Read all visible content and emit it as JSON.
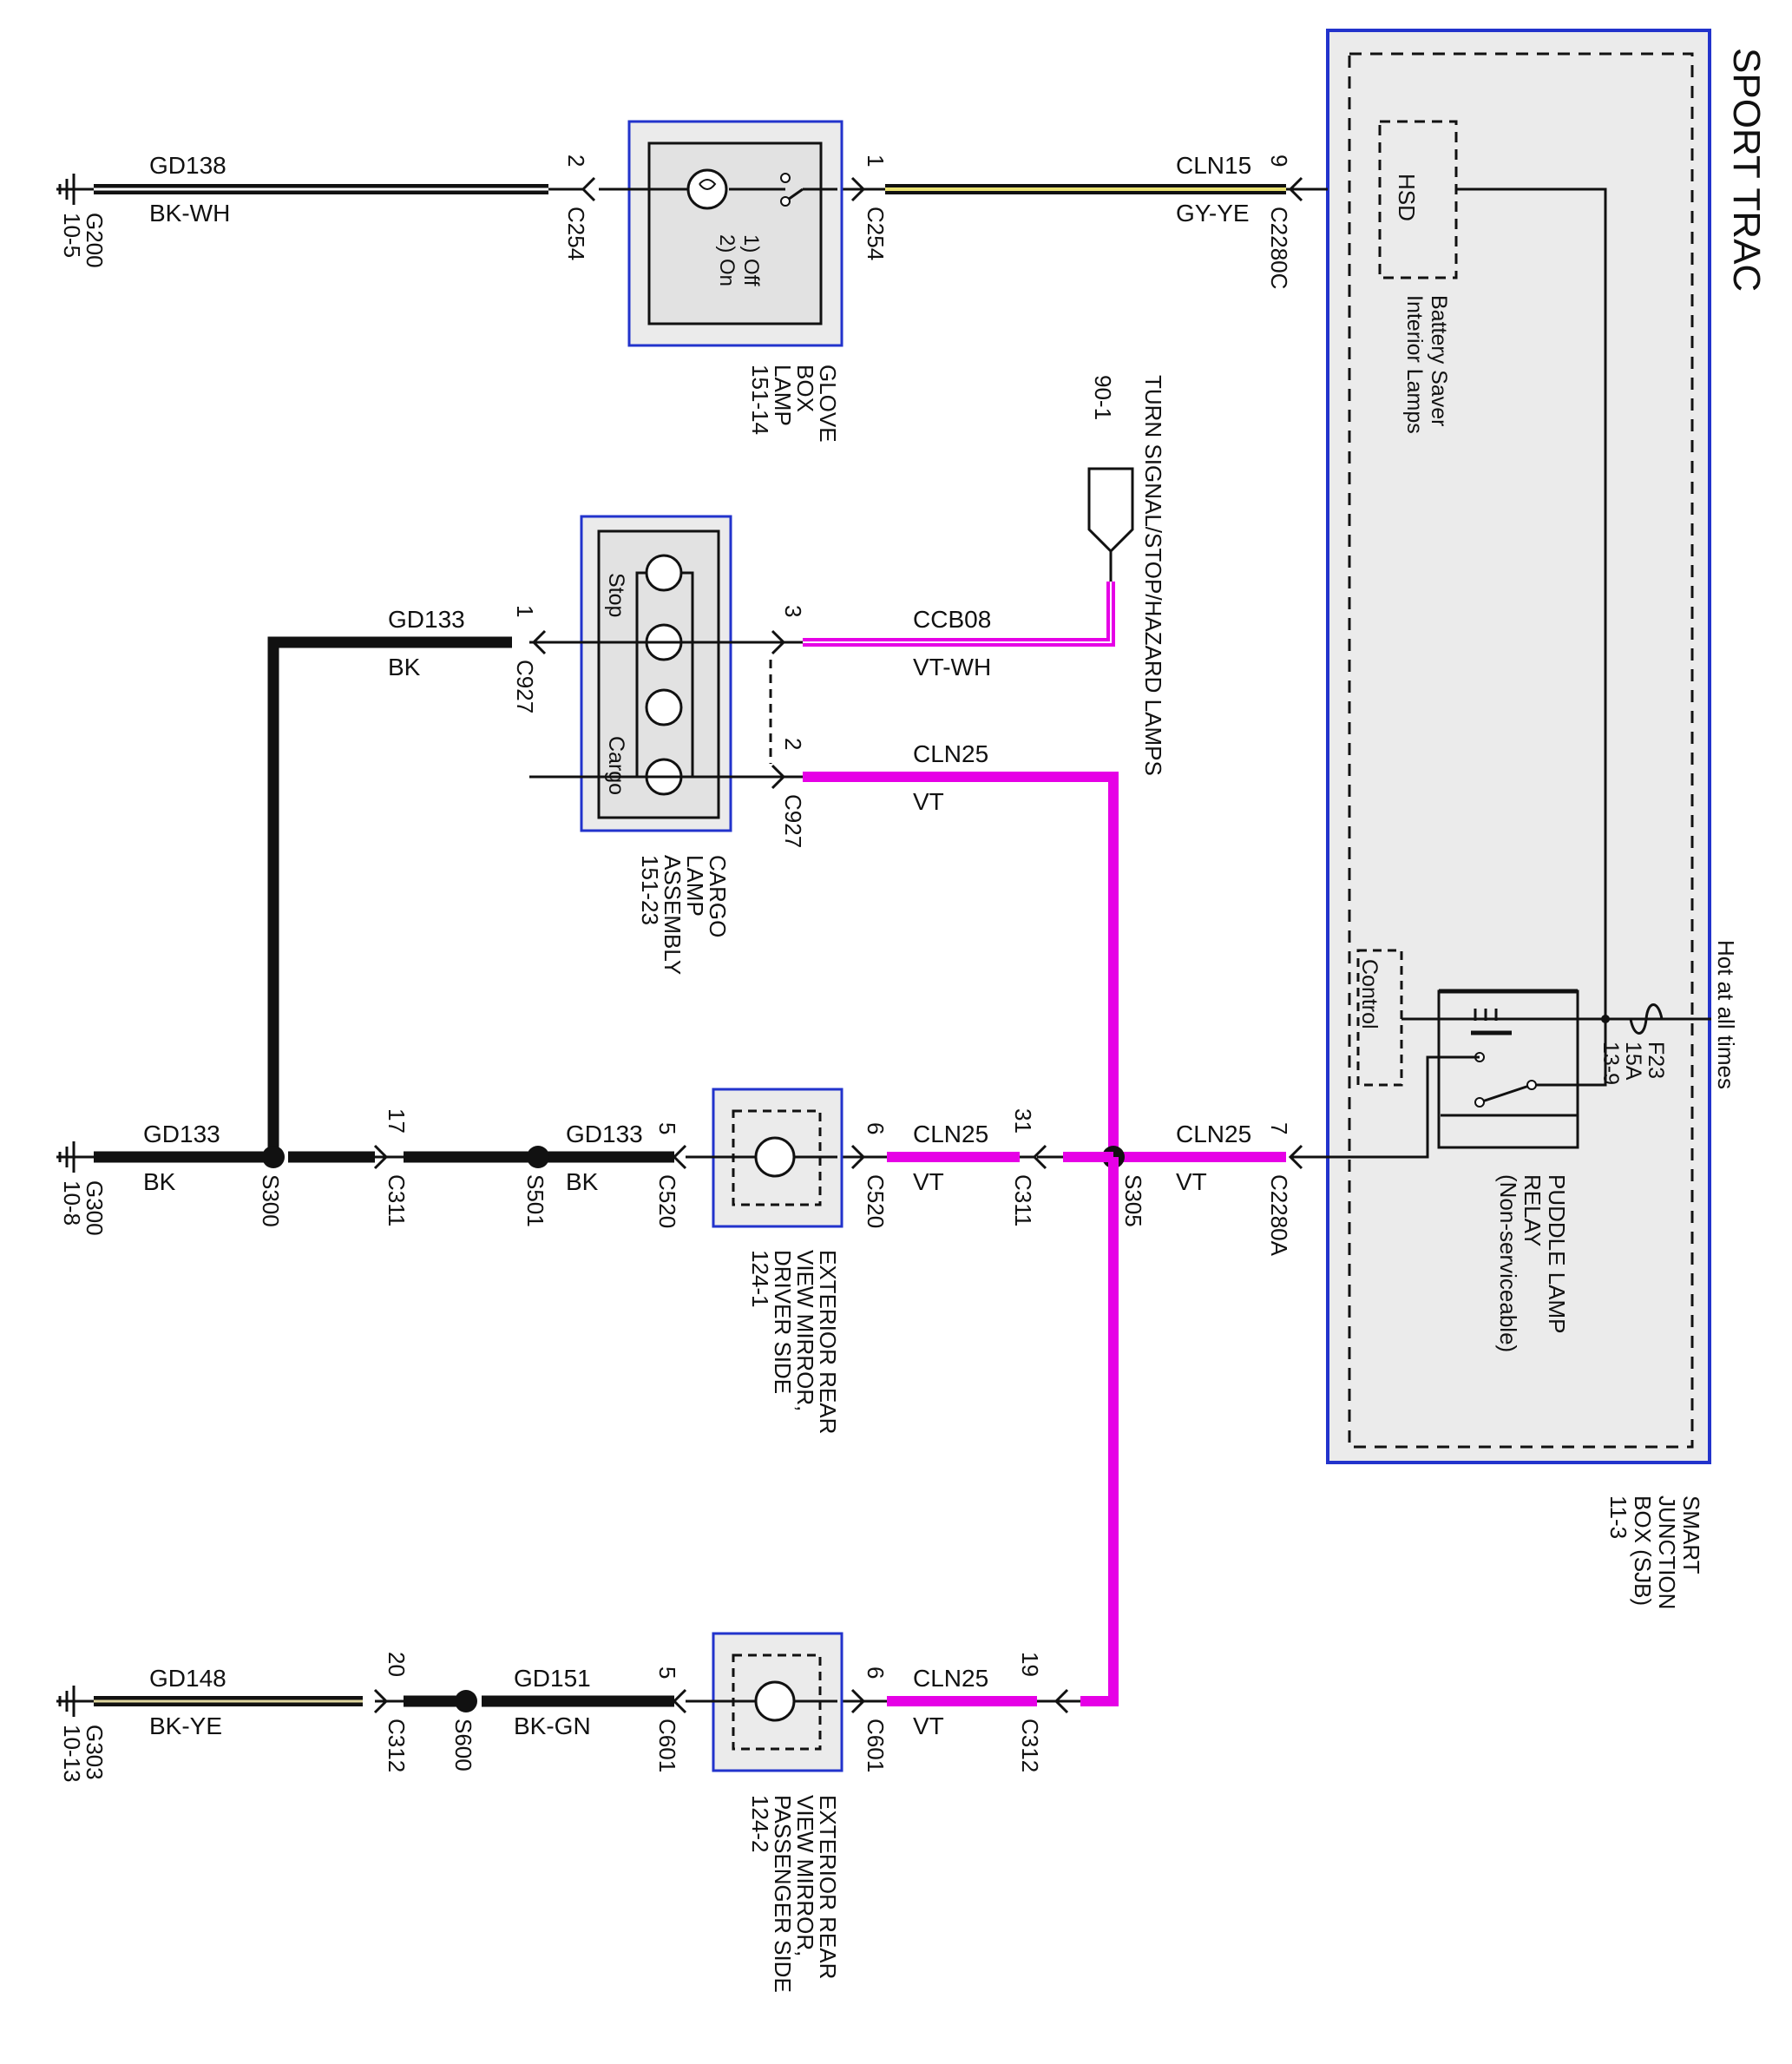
{
  "title": "SPORT TRAC",
  "hot_label": "Hot at all times",
  "sjb": {
    "name_lines": [
      "SMART",
      "JUNCTION",
      "BOX (SJB)",
      "11-3"
    ],
    "hsd": "HSD",
    "battery_saver": [
      "Battery Saver",
      "Interior Lamps"
    ],
    "fuse": [
      "F23",
      "15A",
      "13-9"
    ],
    "control": "Control",
    "relay": [
      "PUDDLE LAMP",
      "RELAY",
      "(Non-serviceable)"
    ]
  },
  "glove_box": {
    "name_lines": [
      "GLOVE",
      "BOX",
      "LAMP",
      "151-14"
    ],
    "switch_states": [
      "1) Off",
      "2) On"
    ]
  },
  "cargo_lamp": {
    "name_lines": [
      "CARGO",
      "LAMP",
      "ASSEMBLY",
      "151-23"
    ],
    "stop": "Stop",
    "cargo": "Cargo"
  },
  "turn_signal": {
    "name": "TURN SIGNAL/STOP/HAZARD LAMPS",
    "ref": "90-1"
  },
  "mirror_driver": [
    "EXTERIOR REAR",
    "VIEW MIRROR,",
    "DRIVER SIDE",
    "124-1"
  ],
  "mirror_passenger": [
    "EXTERIOR REAR",
    "VIEW MIRROR,",
    "PASSENGER SIDE",
    "124-2"
  ],
  "grounds": {
    "g200": [
      "G200",
      "10-5"
    ],
    "g300": [
      "G300",
      "10-8"
    ],
    "g303": [
      "G303",
      "10-13"
    ]
  },
  "circuits": {
    "cln15": [
      "CLN15",
      "GY-YE"
    ],
    "gd138": [
      "GD138",
      "BK-WH"
    ],
    "ccb08": [
      "CCB08",
      "VT-WH"
    ],
    "cln25_cargo": [
      "CLN25",
      "VT"
    ],
    "gd133_cargo": [
      "GD133",
      "BK"
    ],
    "cln25_sjb": [
      "CLN25",
      "VT"
    ],
    "cln25_drv": [
      "CLN25",
      "VT"
    ],
    "gd133_drv": [
      "GD133",
      "BK"
    ],
    "gd133_g300": [
      "GD133",
      "BK"
    ],
    "cln25_pass": [
      "CLN25",
      "VT"
    ],
    "gd151": [
      "GD151",
      "BK-GN"
    ],
    "gd148": [
      "GD148",
      "BK-YE"
    ]
  },
  "connectors": {
    "c2280c": [
      "9",
      "C2280C"
    ],
    "c254_1": [
      "1",
      "C254"
    ],
    "c254_2": [
      "2",
      "C254"
    ],
    "c927_3": [
      "3",
      ""
    ],
    "c927_1": [
      "1",
      "C927"
    ],
    "c927_2": [
      "2",
      "C927"
    ],
    "c2280a": [
      "7",
      "C2280A"
    ],
    "c311_31": [
      "31",
      "C311"
    ],
    "c520_6": [
      "6",
      "C520"
    ],
    "c520_5": [
      "5",
      "C520"
    ],
    "c311_17": [
      "17",
      "C311"
    ],
    "c312_19": [
      "19",
      "C312"
    ],
    "c601_6": [
      "6",
      "C601"
    ],
    "c601_5": [
      "5",
      "C601"
    ],
    "c312_20": [
      "20",
      "C312"
    ]
  },
  "splices": {
    "s305": "S305",
    "s501": "S501",
    "s300": "S300",
    "s600": "S600"
  },
  "colors": {
    "violet": "#e600e6",
    "wire_black": "#000000",
    "sjb_frame": "#2233cc",
    "component_fill": "#ebebeb",
    "gy_ye_inner": "#e8e070",
    "bk_ye_inner": "#e0d8a0"
  }
}
